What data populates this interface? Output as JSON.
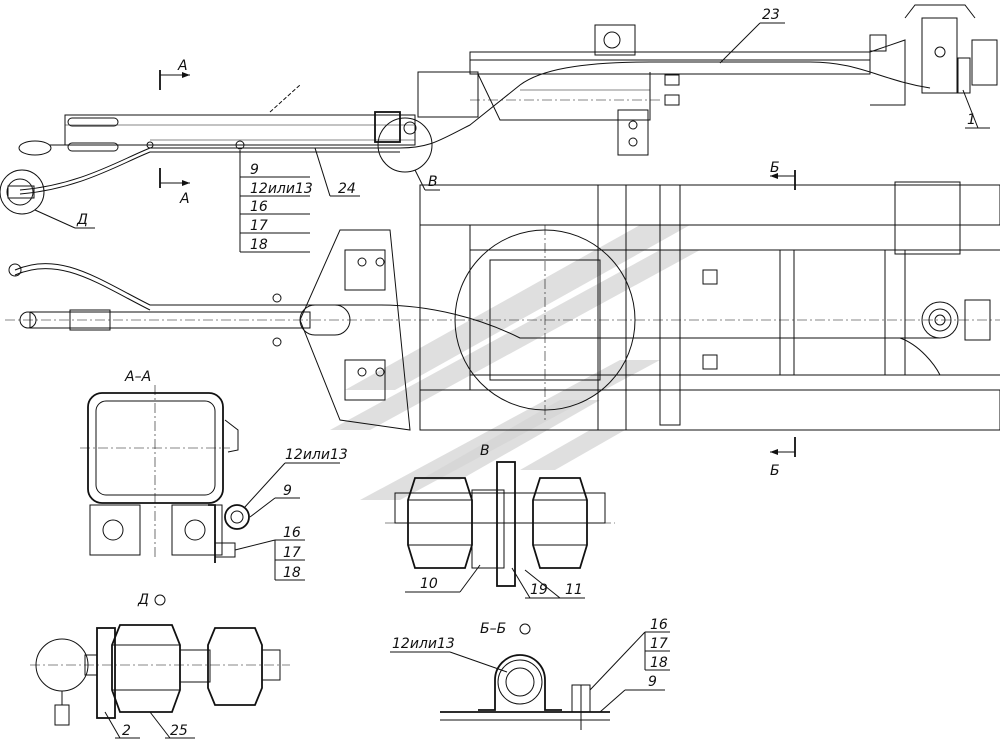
{
  "labels": {
    "top_23": "23",
    "top_1": "1",
    "sec_A_top": "А",
    "sec_A_bot": "А",
    "callout_9": "9",
    "callout_12": "12или13",
    "callout_16": "16",
    "callout_17": "17",
    "callout_18": "18",
    "callout_24": "24",
    "view_V_ref": "В",
    "view_D_ref": "Д",
    "sec_B_top": "Б",
    "sec_B_bot": "Б",
    "aa_title": "А–А",
    "aa_12": "12или13",
    "aa_9": "9",
    "aa_16": "16",
    "aa_17": "17",
    "aa_18": "18",
    "v_title": "В",
    "v_10": "10",
    "v_19": "19",
    "v_11": "11",
    "d_title": "Д",
    "d_2": "2",
    "d_25": "25",
    "bb_title": "Б–Б",
    "bb_12": "12или13",
    "bb_16": "16",
    "bb_17": "17",
    "bb_18": "18",
    "bb_9": "9"
  }
}
